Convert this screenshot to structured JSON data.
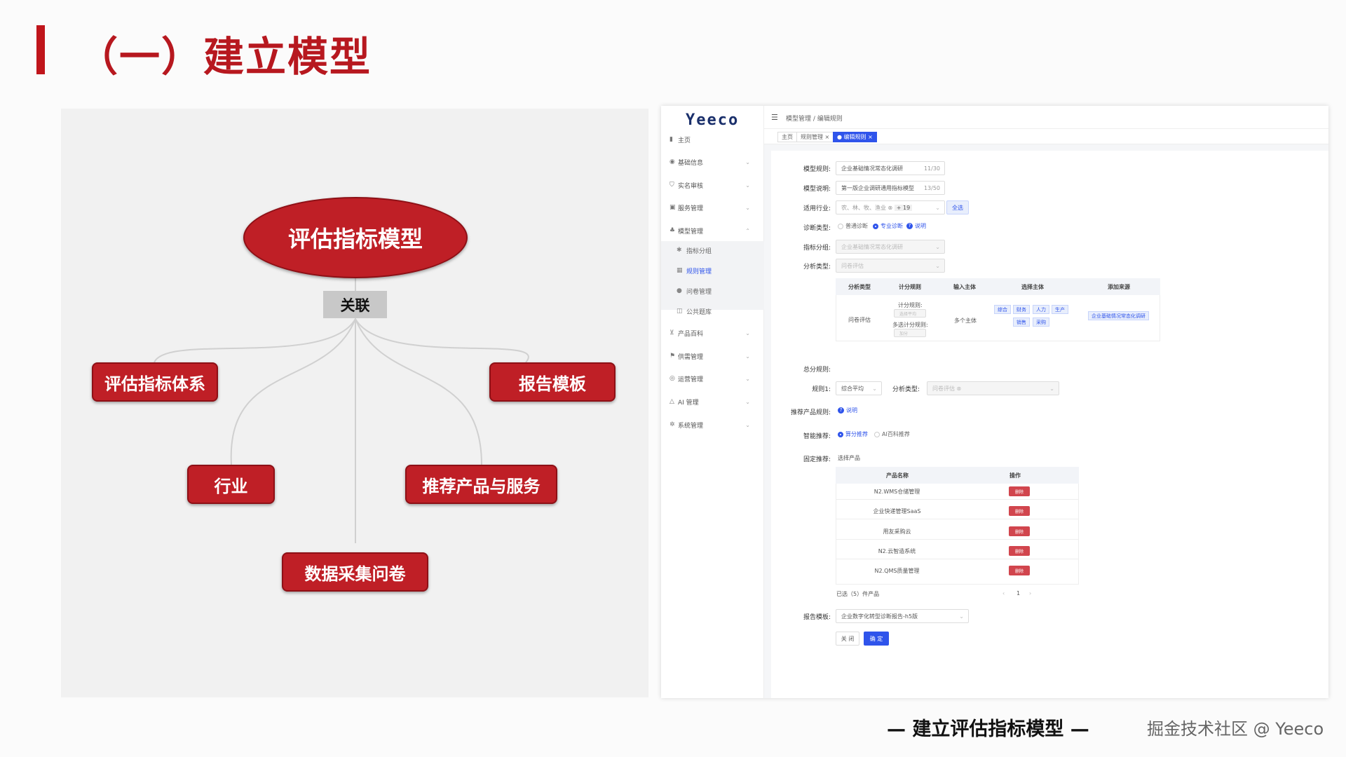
{
  "slide": {
    "title": "（一）建立模型",
    "caption": "— 建立评估指标模型 —",
    "watermark": "掘金技术社区 @ Yeeco",
    "accent_color": "#c0151b"
  },
  "mindmap": {
    "root": "评估指标模型",
    "relation": "关联",
    "nodes": [
      "评估指标体系",
      "报告模板",
      "行业",
      "推荐产品与服务",
      "数据采集问卷"
    ]
  },
  "app": {
    "logo": "Yeeco",
    "topbar": {
      "menu_icon": "menu-icon",
      "breadcrumb": "模型管理 / 编辑规则"
    },
    "tabs": [
      "主页",
      "规则管理 ×",
      "● 编辑规则 ×"
    ],
    "sidebar": {
      "home": "主页",
      "items": [
        "基础信息",
        "实名审核",
        "服务管理",
        "模型管理",
        "产品百科",
        "供需管理",
        "运营管理",
        "AI 管理",
        "系统管理"
      ],
      "model_subitems": [
        "指标分组",
        "规则管理",
        "问卷管理",
        "公共题库"
      ]
    },
    "form": {
      "model_rule_label": "模型规则:",
      "model_rule_value": "企业基础情况常态化调研",
      "model_rule_count": "11/30",
      "model_desc_label": "模型说明:",
      "model_desc_value": "第一版企业调研通用指标模型",
      "model_desc_count": "13/50",
      "industry_label": "适用行业:",
      "industry_value": "农、林、牧、渔业 ⊗",
      "industry_more": "+ 19",
      "select_all": "全选",
      "diag_type_label": "诊断类型:",
      "diag_options": [
        "普通诊断",
        "专业诊断"
      ],
      "diag_selected": "专业诊断",
      "explain": "说明",
      "index_group_label": "指标分组:",
      "index_group_value": "企业基础情况常态化调研",
      "analysis_type_label": "分析类型:",
      "analysis_type_value": "问卷评估",
      "total_rule_label": "总分规则:",
      "rule1_label": "规则1:",
      "rule1_value": "综合平均",
      "rule1_analysis_label": "分析类型:",
      "rule1_analysis_value": "问卷评估 ⊗",
      "rec_rule_label": "推荐产品规则:",
      "smart_rec_label": "智能推荐:",
      "smart_options": [
        "算分推荐",
        "AI百科推荐"
      ],
      "smart_selected": "算分推荐",
      "fixed_rec_label": "固定推荐:",
      "select_products": "选择产品",
      "report_template_label": "报告模板:",
      "report_template_value": "企业数字化转型诊断报告-h5版",
      "close_btn": "关 闭",
      "ok_btn": "确 定"
    },
    "analysis_table": {
      "headers": [
        "分析类型",
        "计分规则",
        "输入主体",
        "选择主体",
        "添加来源"
      ],
      "row": {
        "type": "问卷评估",
        "score_rule_label": "计分规则:",
        "score_rule_value": "选择平均",
        "multi_rule_label": "多选计分规则:",
        "multi_rule_value": "加分",
        "input_subject": "多个主体",
        "subjects": [
          "综合",
          "财务",
          "人力",
          "生产",
          "销售",
          "采购"
        ],
        "source": "企业基础情况常态化调研"
      }
    },
    "product_table": {
      "headers": [
        "产品名称",
        "操作"
      ],
      "rows": [
        "N2.WMS仓储管理",
        "企业快递管理SaaS",
        "用友采购云",
        "N2.云智造系统",
        "N2.QMS质量管理"
      ],
      "delete_label": "删除",
      "summary": "已选（5）件产品",
      "page": "1"
    }
  }
}
